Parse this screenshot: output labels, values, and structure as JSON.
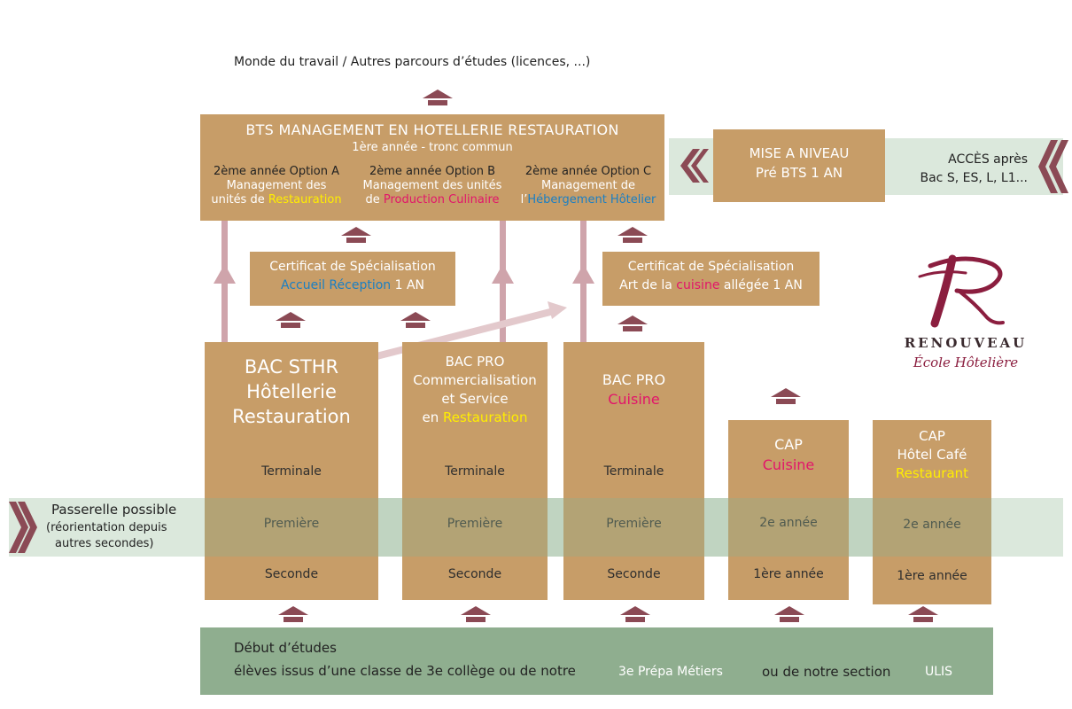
{
  "top_text": "Monde du travail / Autres parcours d’études (licences, ...)",
  "bts": {
    "title": "BTS MANAGEMENT EN HOTELLERIE RESTAURATION",
    "subtitle": "1ère année - tronc commun",
    "options": [
      {
        "label": "2ème année Option A",
        "line1": "Management des",
        "pre": "unités de ",
        "highlight": "Restauration"
      },
      {
        "label": "2ème année Option B",
        "line1": "Management des unités",
        "pre": "de ",
        "highlight": "Production Culinaire"
      },
      {
        "label": "2ème année Option C",
        "line1": "Management de",
        "pre": "l’",
        "highlight": "Hébergement Hôtelier"
      }
    ]
  },
  "mise_niveau": {
    "line1": "MISE A NIVEAU",
    "line2": "Pré BTS 1 AN"
  },
  "acces": {
    "line1": "ACCÈS après",
    "line2": "Bac S, ES, L, L1..."
  },
  "cert_accueil": {
    "title": "Certificat de Spécialisation",
    "highlight": "Accueil Réception",
    "rest": " 1 AN"
  },
  "cert_cuisine": {
    "title": "Certificat de Spécialisation",
    "pre": "Art de la ",
    "highlight": "cuisine",
    "rest": " allégée 1 AN"
  },
  "logo": {
    "brand": "RENOUVEAU",
    "tagline": "École Hôtelière",
    "letter": "R"
  },
  "programs": {
    "sthr": {
      "l1": "BAC STHR",
      "l2": "Hôtellerie",
      "l3": "Restauration",
      "levels": [
        "Terminale",
        "Première",
        "Seconde"
      ]
    },
    "bacpro_cs": {
      "l1": "BAC PRO",
      "l2": "Commercialisation",
      "l3": "et Service",
      "pre": "en ",
      "highlight": "Restauration",
      "levels": [
        "Terminale",
        "Première",
        "Seconde"
      ]
    },
    "bacpro_cuisine": {
      "l1": "BAC PRO",
      "highlight": "Cuisine",
      "levels": [
        "Terminale",
        "Première",
        "Seconde"
      ]
    },
    "cap_cuisine": {
      "l1": "CAP",
      "highlight": "Cuisine",
      "levels": [
        "2e année",
        "1ère année"
      ]
    },
    "cap_hcr": {
      "l1": "CAP",
      "l2": "Hôtel Café",
      "highlight": "Restaurant",
      "levels": [
        "2e année",
        "1ère année"
      ]
    }
  },
  "passerelle": {
    "line1": "Passerelle possible",
    "line2": "(réorientation depuis",
    "line3": "autres secondes)"
  },
  "debut": {
    "line1": "Début d’études",
    "line2": "élèves issus d’une classe de 3e collège ou de notre",
    "prepa": "3e Prépa Métiers",
    "mid": "ou de notre section",
    "ulis": "ULIS"
  },
  "colors": {
    "tan": "#c79d68",
    "green_band": "#d5e4d6",
    "green_box": "#8fae8f",
    "arrow": "#8b4a55",
    "yellow": "#ffee00",
    "pink": "#e2156a",
    "blue": "#1a7fc4",
    "brand": "#8b1e3f"
  }
}
